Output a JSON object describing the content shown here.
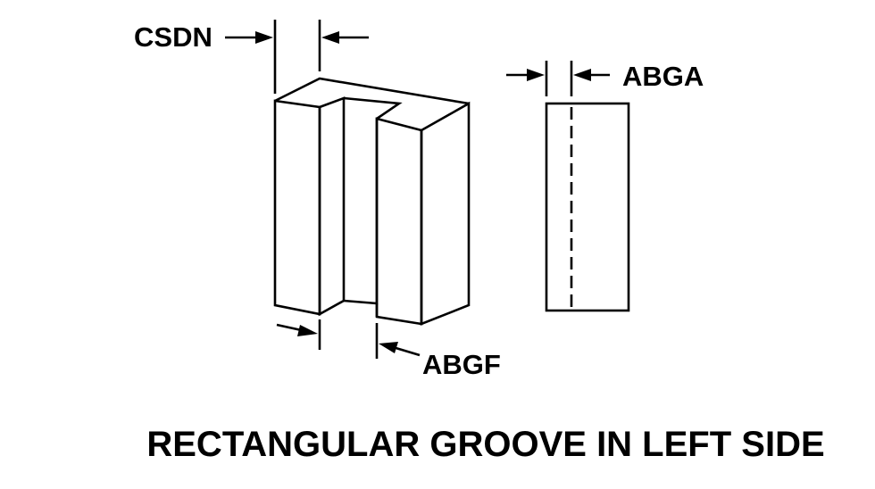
{
  "labels": {
    "csdn": "CSDN",
    "abga": "ABGA",
    "abgf": "ABGF"
  },
  "caption": "RECTANGULAR GROOVE IN LEFT SIDE",
  "colors": {
    "line": "#000000",
    "background": "#ffffff"
  }
}
